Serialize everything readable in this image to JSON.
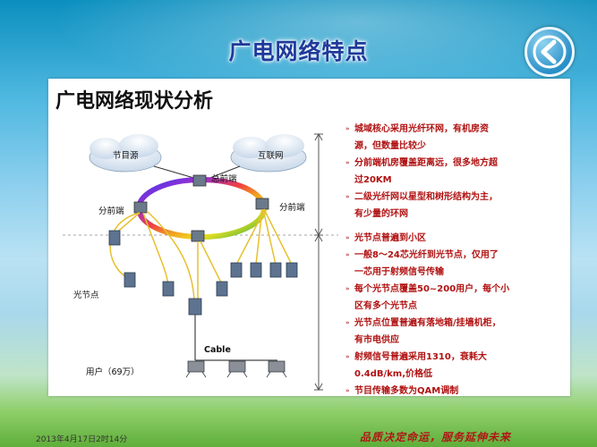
{
  "slide": {
    "title": "广电网络特点",
    "panel_title": "广电网络现状分析"
  },
  "navigation": {
    "back_icon": "back-arrow-icon"
  },
  "diagram": {
    "cloud_left": "节目源",
    "cloud_right": "互联网",
    "head_end": "总前端",
    "sub_left": "分前端",
    "sub_right": "分前端",
    "optical_node": "光节点",
    "cable": "Cable",
    "users": "用户（69万）"
  },
  "bullets": [
    {
      "line": "城域核心采用光纤环网，有机房资",
      "cont": [
        "源，但数量比较少"
      ]
    },
    {
      "line": "分前端机房覆盖距离远，很多地方超",
      "cont": [
        "过20KM"
      ]
    },
    {
      "line": "二级光纤网以星型和树形结构为主，",
      "cont": [
        "有少量的环网"
      ]
    },
    {
      "line": "光节点普遍到小区",
      "cont": []
    },
    {
      "line": "一般8～24芯光纤到光节点，仅用了",
      "cont": [
        "一芯用于射频信号传输"
      ]
    },
    {
      "line": "每个光节点覆盖50~200用户，每个小",
      "cont": [
        "区有多个光节点"
      ]
    },
    {
      "line": "光节点位置普遍有落地箱/挂墙机柜，",
      "cont": [
        "有市电供应"
      ]
    },
    {
      "line": "射频信号普遍采用1310，衰耗大",
      "cont": [
        "0.4dB/km,价格低"
      ]
    },
    {
      "line": "节目传输多数为QAM调制",
      "cont": []
    }
  ],
  "footer": {
    "datetime": "2013年4月17日2时14分",
    "slogan": "品质决定命运，服务延伸未来"
  },
  "colors": {
    "title": "#1f3a9a",
    "bullet_text": "#b01010",
    "ring": "rainbow"
  }
}
